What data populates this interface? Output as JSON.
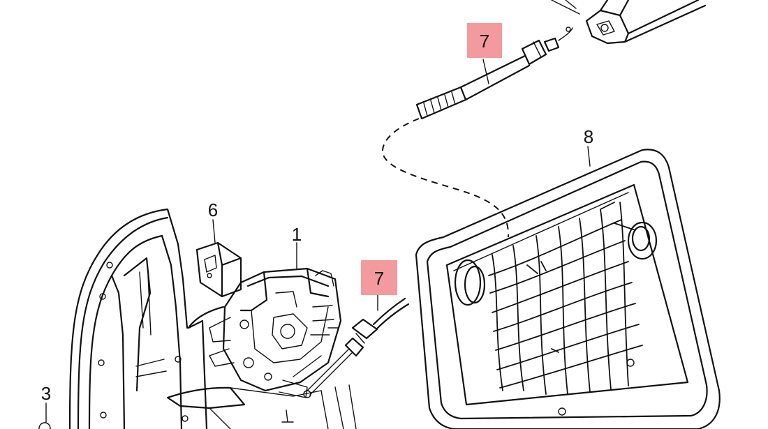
{
  "diagram": {
    "callouts": [
      {
        "id": "c1",
        "label": "1",
        "highlighted": false
      },
      {
        "id": "c3",
        "label": "3",
        "highlighted": false
      },
      {
        "id": "c6",
        "label": "6",
        "highlighted": false
      },
      {
        "id": "c7a",
        "label": "7",
        "highlighted": true
      },
      {
        "id": "c7b",
        "label": "7",
        "highlighted": true
      },
      {
        "id": "c8",
        "label": "8",
        "highlighted": false
      }
    ],
    "colors": {
      "line": "#111111",
      "highlight": "#f39a9e",
      "background": "#ffffff"
    }
  }
}
